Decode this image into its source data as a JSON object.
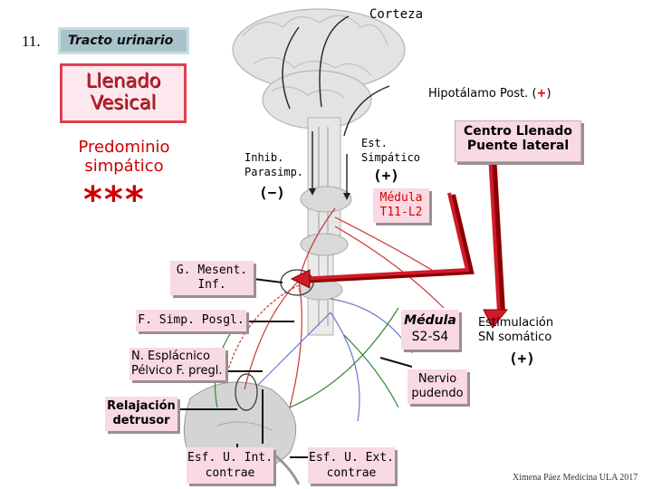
{
  "slide": {
    "number": "11.",
    "title": "Tracto urinario",
    "cortex_label": "Corteza",
    "filling_box": [
      "Llenado",
      "Vesical"
    ],
    "sympathetic_dominance": [
      "Predominio",
      "simpático"
    ],
    "stars": "***",
    "hypothalamus": {
      "text": "Hipotálamo Post. (",
      "sign": "+",
      "close": ")"
    },
    "pons_center": [
      "Centro Llenado",
      "Puente lateral"
    ],
    "est_simpatico": [
      "Est.",
      "Simpático"
    ],
    "plus_sign_1": "(+)",
    "inhib_parasimp": [
      "Inhib.",
      "Parasimp."
    ],
    "minus_sign": "(−)",
    "medula_t11": [
      "Médula",
      "T11-L2"
    ],
    "g_mesent": [
      "G. Mesent.",
      "Inf."
    ],
    "f_simp_posgl": "F. Simp. Posgl.",
    "medula_s2": [
      "Médula",
      "S2-S4"
    ],
    "estimulacion": [
      "Estimulación",
      "SN somático"
    ],
    "plus_sign_2": "(+)",
    "n_esplacnico": [
      "N. Esplácnico",
      "Pélvico F. pregl."
    ],
    "nervio_pudendo": [
      "Nervio",
      "pudendo"
    ],
    "relajacion": [
      "Relajación",
      "detrusor"
    ],
    "esf_int": [
      "Esf. U. Int.",
      "contrae"
    ],
    "esf_ext": [
      "Esf. U. Ext.",
      "contrae"
    ],
    "credit": "Ximena Páez Medicina ULA 2017"
  },
  "colors": {
    "title_bg": "#a9c3cb",
    "title_border": "#c8dde3",
    "filling_border": "#e04050",
    "pink_box": "#f9d9e3",
    "red_text": "#d00000",
    "arrow_red": "#c8102e"
  }
}
